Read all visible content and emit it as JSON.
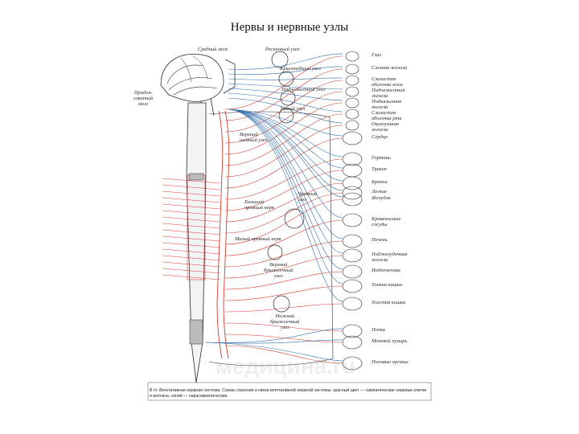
{
  "slide": {
    "title": "Нервы и нервные узлы"
  },
  "figure": {
    "left_labels": {
      "midbrain": "Средний мозг",
      "medulla": "Продол-\nговатый\nмозг"
    },
    "ganglia": {
      "ciliary": "Ресничный узел",
      "pterygopalatine": "Крылонебный узел",
      "submandibular": "Подчелюстной узел",
      "otic": "Ушной узел",
      "superior_cervical": "Верхний\nшейный узел",
      "big_splanchnic": "Большой\nчревный нерв",
      "small_splanchnic": "Малый чревный нерв",
      "celiac": "Чревный\nузел",
      "superior_mesenteric": "Верхний\nбрыжеечный\nузел",
      "inferior_mesenteric": "Нижний\nбрыжеечный\nузел"
    },
    "organs": [
      "Глаз",
      "Слезная железа",
      "Слизистая\nоболочка носа",
      "Подчелюстная\nжелеза",
      "Подъязычная\nжелеза",
      "Слизистая\nоболочка рта",
      "Околоушная\nжелеза",
      "Сердце",
      "Гортань",
      "Трахея",
      "Бронхи",
      "Легкие",
      "Желудок",
      "Кровеносные\nсосуды",
      "Печень",
      "Поджелудочная\nжелеза",
      "Надпочечник",
      "Тонкая кишка",
      "Толстая кишка",
      "Почка",
      "Мочевой пузырь",
      "Половые органы"
    ],
    "caption": "В ст. Вегетативная нервная система. Схема строения и связи вегетативной нервной системы: красный цвет — симпатические нервные клетки и волокна, синий — парасимпатические.",
    "watermark": "медицина.ru",
    "colors": {
      "sympathetic": "#d43a2f",
      "parasympathetic": "#2f6fb0",
      "ink": "#2a2a2a"
    }
  }
}
